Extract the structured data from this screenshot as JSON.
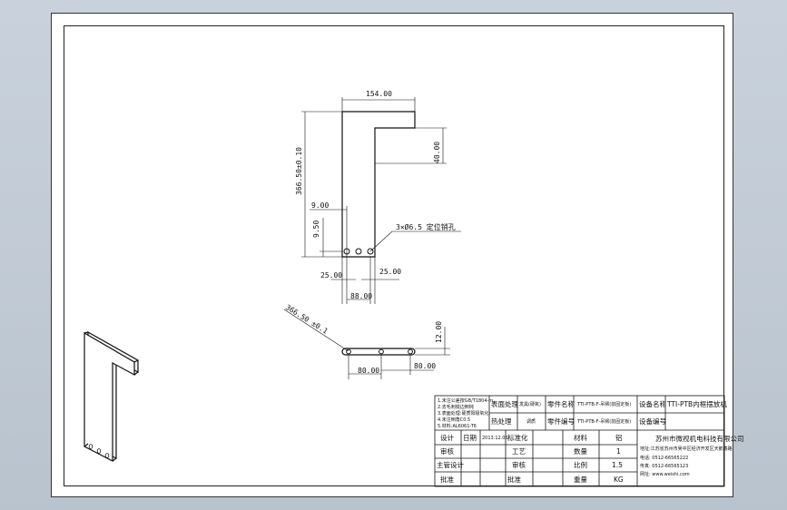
{
  "dims": {
    "top_width": "154.00",
    "total_height": "366.50±0.10",
    "right_height": "40.00",
    "inner_offset": "9.00",
    "hole_height": "9.50",
    "hole_note": "3×Ø6.5 定位销孔",
    "left_edge": "25.00",
    "right_edge": "25.00",
    "hole_span": "88.00",
    "side_thickness": "12.00",
    "side_left": "80.00",
    "side_right": "80.00",
    "side_slant": "366.50 ±0.1"
  },
  "title_block": {
    "tech_notes": [
      "1.未注公差按GB/T1804-m",
      "2.去毛刺锐边倒钝",
      "3.表面处理:硬质阳极氧化",
      "4.未注倒角C0.5",
      "5.材料:AL6061-T6"
    ],
    "surface_label": "表面处理",
    "surface_value": "发黑(硬氧)",
    "heat_label": "热处理",
    "heat_value": "调质",
    "part_name_label": "零件名称",
    "part_name_value": "TTI-PTB-F-吊臂(前固定板)",
    "part_no_label": "零件编号",
    "part_no_value": "TTI-PTB-F-吊臂(前固定板)",
    "equip_name_label": "设备名称",
    "equip_name_value": "TTI-PTB内框摆放机",
    "equip_no_label": "设备编号",
    "equip_no_value": "",
    "design_label": "设计",
    "date_label": "日期",
    "date_value": "2013.12.05",
    "std_label": "标准化",
    "check_label": "审核",
    "craft_label": "工艺",
    "supervisor_label": "主管设计",
    "approve_label": "批准",
    "review_label": "审核",
    "material_label": "材料",
    "material_value": "铝",
    "qty_label": "数量",
    "qty_value": "1",
    "scale_label": "比例",
    "scale_value": "1.5",
    "weight_label": "重量",
    "weight_value": "KG",
    "company_name": "苏州市微视机电科技有限公司",
    "company_addr": "地址:江苏省苏州市吴中区经济开发区天鹅荡路",
    "company_tel": "电话: 0512-66565222",
    "company_fax": "传真: 0512-66565123",
    "company_web": "网址: www.weishi.com"
  }
}
